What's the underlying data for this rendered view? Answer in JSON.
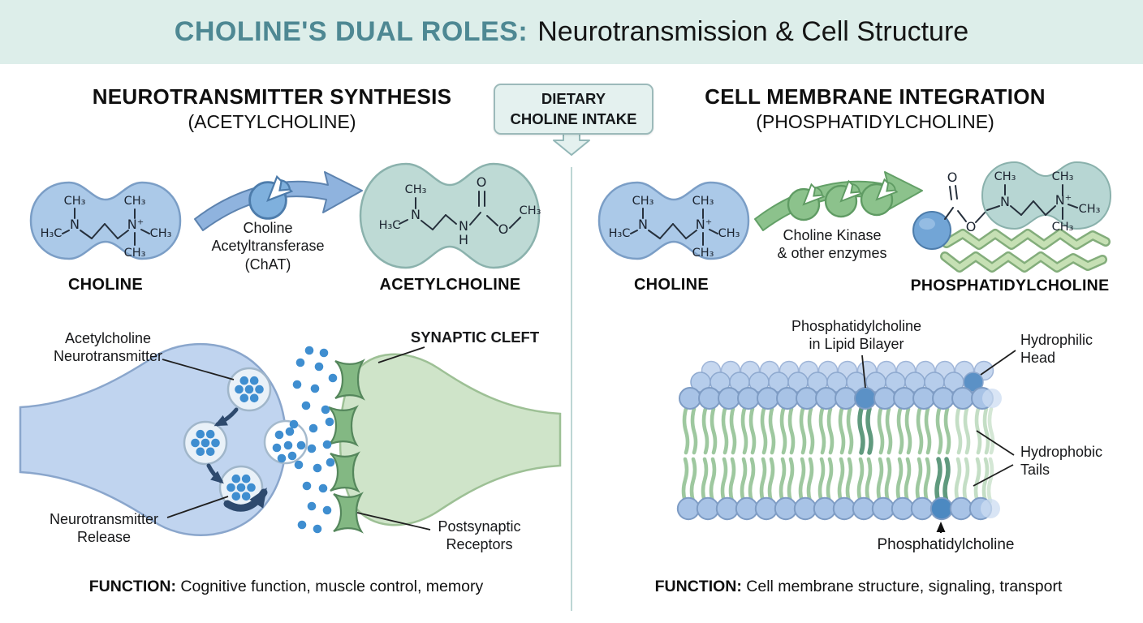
{
  "title": {
    "highlight": "CHOLINE'S DUAL ROLES:",
    "rest": "Neurotransmission & Cell Structure"
  },
  "intake_box": {
    "line1": "DIETARY",
    "line2": "CHOLINE INTAKE"
  },
  "left": {
    "heading": "NEUROTRANSMITTER SYNTHESIS",
    "subheading": "(ACETYLCHOLINE)",
    "choline_caption": "CHOLINE",
    "enzyme_line1": "Choline",
    "enzyme_line2": "Acetyltransferase",
    "enzyme_line3": "(ChAT)",
    "product_caption": "ACETYLCHOLINE",
    "label_vesicle_line1": "Acetylcholine",
    "label_vesicle_line2": "Neurotransmitter",
    "label_cleft": "SYNAPTIC CLEFT",
    "label_release_line1": "Neurotransmitter",
    "label_release_line2": "Release",
    "label_receptors_line1": "Postsynaptic",
    "label_receptors_line2": "Receptors",
    "function_label": "FUNCTION:",
    "function_text": "Cognitive function, muscle control, memory"
  },
  "right": {
    "heading": "CELL MEMBRANE INTEGRATION",
    "subheading": "(PHOSPHATIDYLCHOLINE)",
    "choline_caption": "CHOLINE",
    "enzyme_line1": "Choline Kinase",
    "enzyme_line2": "& other enzymes",
    "product_caption": "PHOSPHATIDYLCHOLINE",
    "label_bilayer_line1": "Phosphatidylcholine",
    "label_bilayer_line2": "in Lipid Bilayer",
    "label_head_line1": "Hydrophilic",
    "label_head_line2": "Head",
    "label_tails_line1": "Hydrophobic",
    "label_tails_line2": "Tails",
    "label_pc_bottom": "Phosphatidylcholine",
    "function_label": "FUNCTION:",
    "function_text": "Cell membrane structure, signaling, transport"
  },
  "atoms": {
    "methyl": "CH₃",
    "methyl_rev": "H₃C",
    "nitrogen": "N",
    "nitrogen_plus": "N⁺",
    "hydrogen": "H",
    "oxygen": "O"
  },
  "colors": {
    "teal_accent": "#4e8893",
    "header_bg": "#ddeeea",
    "choline_blue": "#abc9e8",
    "acetylcholine_teal": "#bedad5",
    "neuron_blue": "#c0d4ef",
    "neuron_green": "#cfe4c9",
    "receptor_green": "#83b883",
    "dot_blue": "#3f8ed0",
    "head_blue": "#a8c3e6",
    "head_blue_dark": "#5b91c6",
    "tail_green": "#93c295",
    "tail_green_dark": "#4f8f70",
    "arrow_navy": "#2e4a6e",
    "divider": "#bcd6d4"
  }
}
